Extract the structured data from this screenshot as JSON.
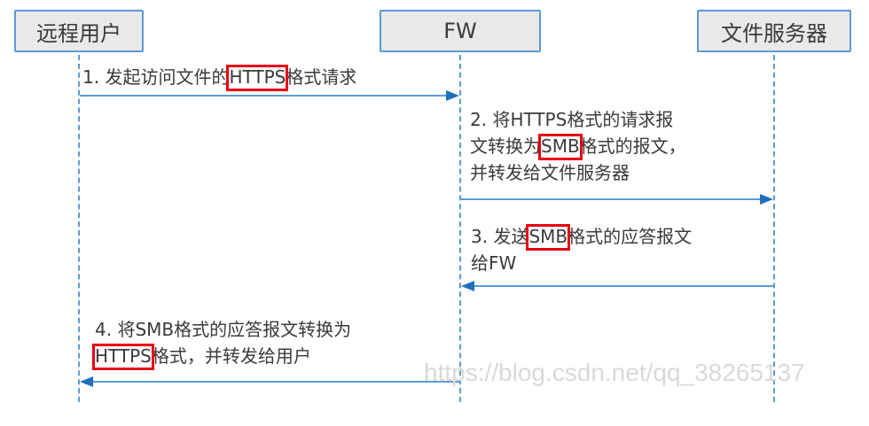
{
  "diagram": {
    "type": "sequence",
    "accent_color": "#5b9bd5",
    "highlight_color": "#e60012",
    "actors": [
      {
        "id": "remote-user",
        "label": "远程用户"
      },
      {
        "id": "fw",
        "label": "FW"
      },
      {
        "id": "file-server",
        "label": "文件服务器"
      }
    ],
    "messages": [
      {
        "step": 1,
        "from": "远程用户",
        "to": "FW",
        "lines": [
          {
            "pre": "1. 发起访问文件的",
            "hl": "HTTPS",
            "post": "格式请求"
          }
        ]
      },
      {
        "step": 2,
        "from": "FW",
        "to": "文件服务器",
        "lines": [
          {
            "pre": "2. 将HTTPS格式的请求报",
            "hl": "",
            "post": ""
          },
          {
            "pre": "文转换为",
            "hl": "SMB",
            "post": "格式的报文，"
          },
          {
            "pre": "并转发给文件服务器",
            "hl": "",
            "post": ""
          }
        ]
      },
      {
        "step": 3,
        "from": "文件服务器",
        "to": "FW",
        "lines": [
          {
            "pre": "3. 发送",
            "hl": "SMB",
            "post": "格式的应答报文"
          },
          {
            "pre": "给FW",
            "hl": "",
            "post": ""
          }
        ]
      },
      {
        "step": 4,
        "from": "FW",
        "to": "远程用户",
        "lines": [
          {
            "pre": "4. 将SMB格式的应答报文转换为",
            "hl": "",
            "post": ""
          },
          {
            "pre": "",
            "hl": "HTTPS",
            "post": "格式，并转发给用户"
          }
        ]
      }
    ],
    "watermark": "https://blog.csdn.net/qq_38265137"
  }
}
